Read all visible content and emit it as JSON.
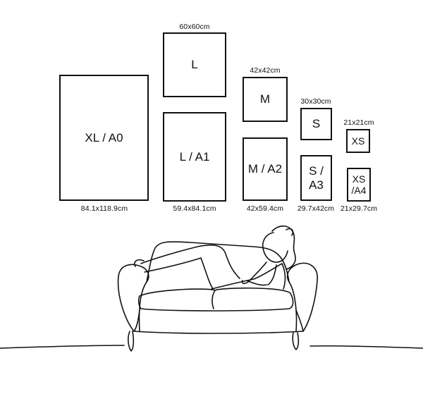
{
  "frames": {
    "xl_a0": {
      "label": "XL / A0",
      "size": "84.1x118.9cm"
    },
    "l": {
      "label": "L",
      "size": "60x60cm"
    },
    "l_a1": {
      "label": "L / A1",
      "size": "59.4x84.1cm"
    },
    "m": {
      "label": "M",
      "size": "42x42cm"
    },
    "m_a2": {
      "label": "M / A2",
      "size": "42x59.4cm"
    },
    "s": {
      "label": "S",
      "size": "30x30cm"
    },
    "s_a3": {
      "label": "S / A3",
      "size": "29.7x42cm"
    },
    "xs": {
      "label": "XS",
      "size": "21x21cm"
    },
    "xs_a4": {
      "label": "XS\n/A4",
      "size": "21x29.7cm"
    }
  },
  "colors": {
    "line": "#111111",
    "background": "#ffffff"
  }
}
